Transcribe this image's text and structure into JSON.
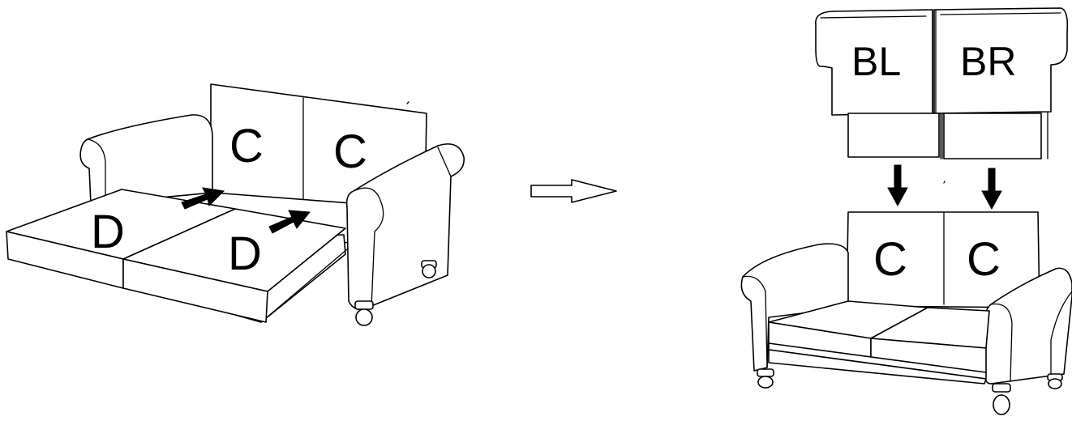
{
  "labels": {
    "left_back_cushion_1": "C",
    "left_back_cushion_2": "C",
    "left_seat_cushion_1": "D",
    "left_seat_cushion_2": "D",
    "back_left_panel": "BL",
    "back_right_panel": "BR",
    "right_back_cushion_1": "C",
    "right_back_cushion_2": "C"
  },
  "colors": {
    "line": "#000000",
    "fill": "#ffffff",
    "arrow": "#000000"
  },
  "icons": {
    "transition": "hollow-right-arrow-icon",
    "insert": "solid-arrow-icon",
    "attach": "solid-down-arrow-icon"
  }
}
